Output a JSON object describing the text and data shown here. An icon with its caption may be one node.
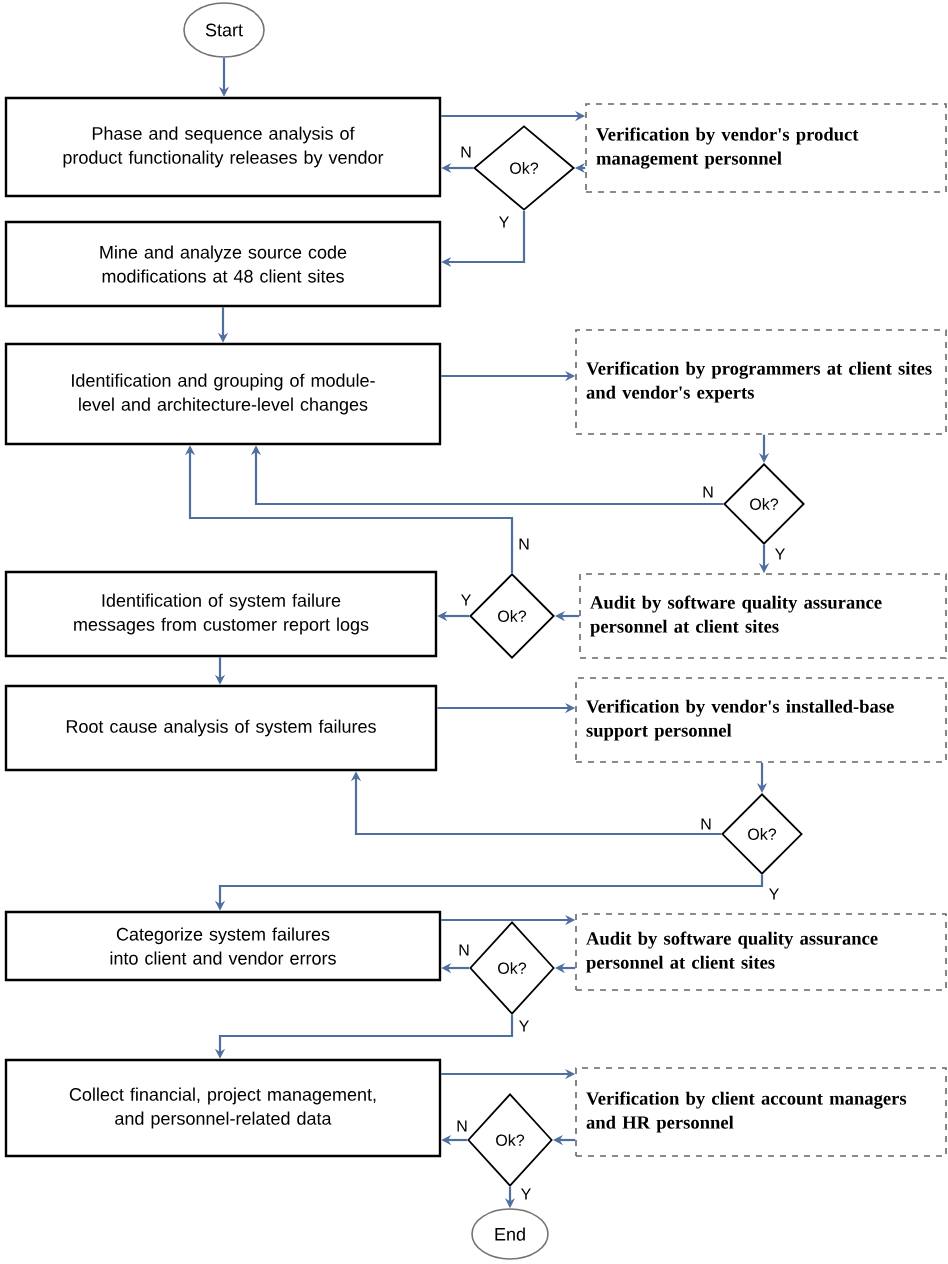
{
  "diagram": {
    "nodes": [
      {
        "text": [
          "Start"
        ]
      },
      {
        "text": [
          "Phase and sequence analysis of product functionality releases by vendor"
        ]
      },
      {
        "text": [
          "Verification by vendor's product management personnel"
        ]
      },
      {
        "text": [
          "Ok?"
        ]
      },
      {
        "text": [
          "Mine and analyze source code modifications at 48 client sites"
        ]
      },
      {
        "text": [
          "Identification and grouping of module-level and architecture-level changes"
        ]
      },
      {
        "text": [
          "Verification by programmers at client sites and vendor's experts"
        ]
      },
      {
        "text": [
          "Ok?"
        ]
      },
      {
        "text": [
          "Audit by software quality assurance personnel at client sites"
        ]
      },
      {
        "text": [
          "Ok?"
        ]
      },
      {
        "text": [
          "Identification of system failure messages from customer report logs"
        ]
      },
      {
        "text": [
          "Root cause analysis of system failures"
        ]
      },
      {
        "text": [
          "Verification by vendor's installed-base support personnel"
        ]
      },
      {
        "text": [
          "Ok?"
        ]
      },
      {
        "text": [
          "Categorize system failures into client and vendor errors"
        ]
      },
      {
        "text": [
          "Audit by software quality assurance personnel at client sites"
        ]
      },
      {
        "text": [
          "Ok?"
        ]
      },
      {
        "text": [
          "Collect financial, project management, and personnel-related data"
        ]
      },
      {
        "text": [
          "Verification by client account managers and HR personnel"
        ]
      },
      {
        "text": [
          "Ok?"
        ]
      },
      {
        "text": [
          "End"
        ]
      }
    ],
    "edges": [
      {
        "from": 0,
        "to": 1,
        "arrow": "to"
      },
      {
        "from": 1,
        "to": 2,
        "arrow": "to"
      },
      {
        "from": 2,
        "to": 3,
        "arrow": "to"
      },
      {
        "from": 3,
        "to": 1,
        "arrow": "to",
        "label": "N"
      },
      {
        "from": 3,
        "to": 4,
        "arrow": "to",
        "label": "Y"
      },
      {
        "from": 4,
        "to": 5,
        "arrow": "to"
      },
      {
        "from": 5,
        "to": 6,
        "arrow": "to"
      },
      {
        "from": 6,
        "to": 7,
        "arrow": "to"
      },
      {
        "from": 7,
        "to": 5,
        "arrow": "to",
        "label": "N"
      },
      {
        "from": 7,
        "to": 8,
        "arrow": "to",
        "label": "Y"
      },
      {
        "from": 8,
        "to": 9,
        "arrow": "to"
      },
      {
        "from": 9,
        "to": 10,
        "arrow": "to",
        "label": "Y"
      },
      {
        "from": 9,
        "to": 5,
        "arrow": "to",
        "label": "N"
      },
      {
        "from": 10,
        "to": 11,
        "arrow": "to"
      },
      {
        "from": 11,
        "to": 12,
        "arrow": "to"
      },
      {
        "from": 12,
        "to": 13,
        "arrow": "to"
      },
      {
        "from": 13,
        "to": 11,
        "arrow": "to",
        "label": "N"
      },
      {
        "from": 13,
        "to": 14,
        "arrow": "to",
        "label": "Y"
      },
      {
        "from": 14,
        "to": 15,
        "arrow": "to"
      },
      {
        "from": 15,
        "to": 16,
        "arrow": "to"
      },
      {
        "from": 16,
        "to": 14,
        "arrow": "to",
        "label": "N"
      },
      {
        "from": 16,
        "to": 17,
        "arrow": "to",
        "label": "Y"
      },
      {
        "from": 17,
        "to": 18,
        "arrow": "to"
      },
      {
        "from": 18,
        "to": 19,
        "arrow": "to"
      },
      {
        "from": 19,
        "to": 17,
        "arrow": "to",
        "label": "N"
      },
      {
        "from": 19,
        "to": 20,
        "arrow": "to",
        "label": "Y"
      }
    ]
  }
}
